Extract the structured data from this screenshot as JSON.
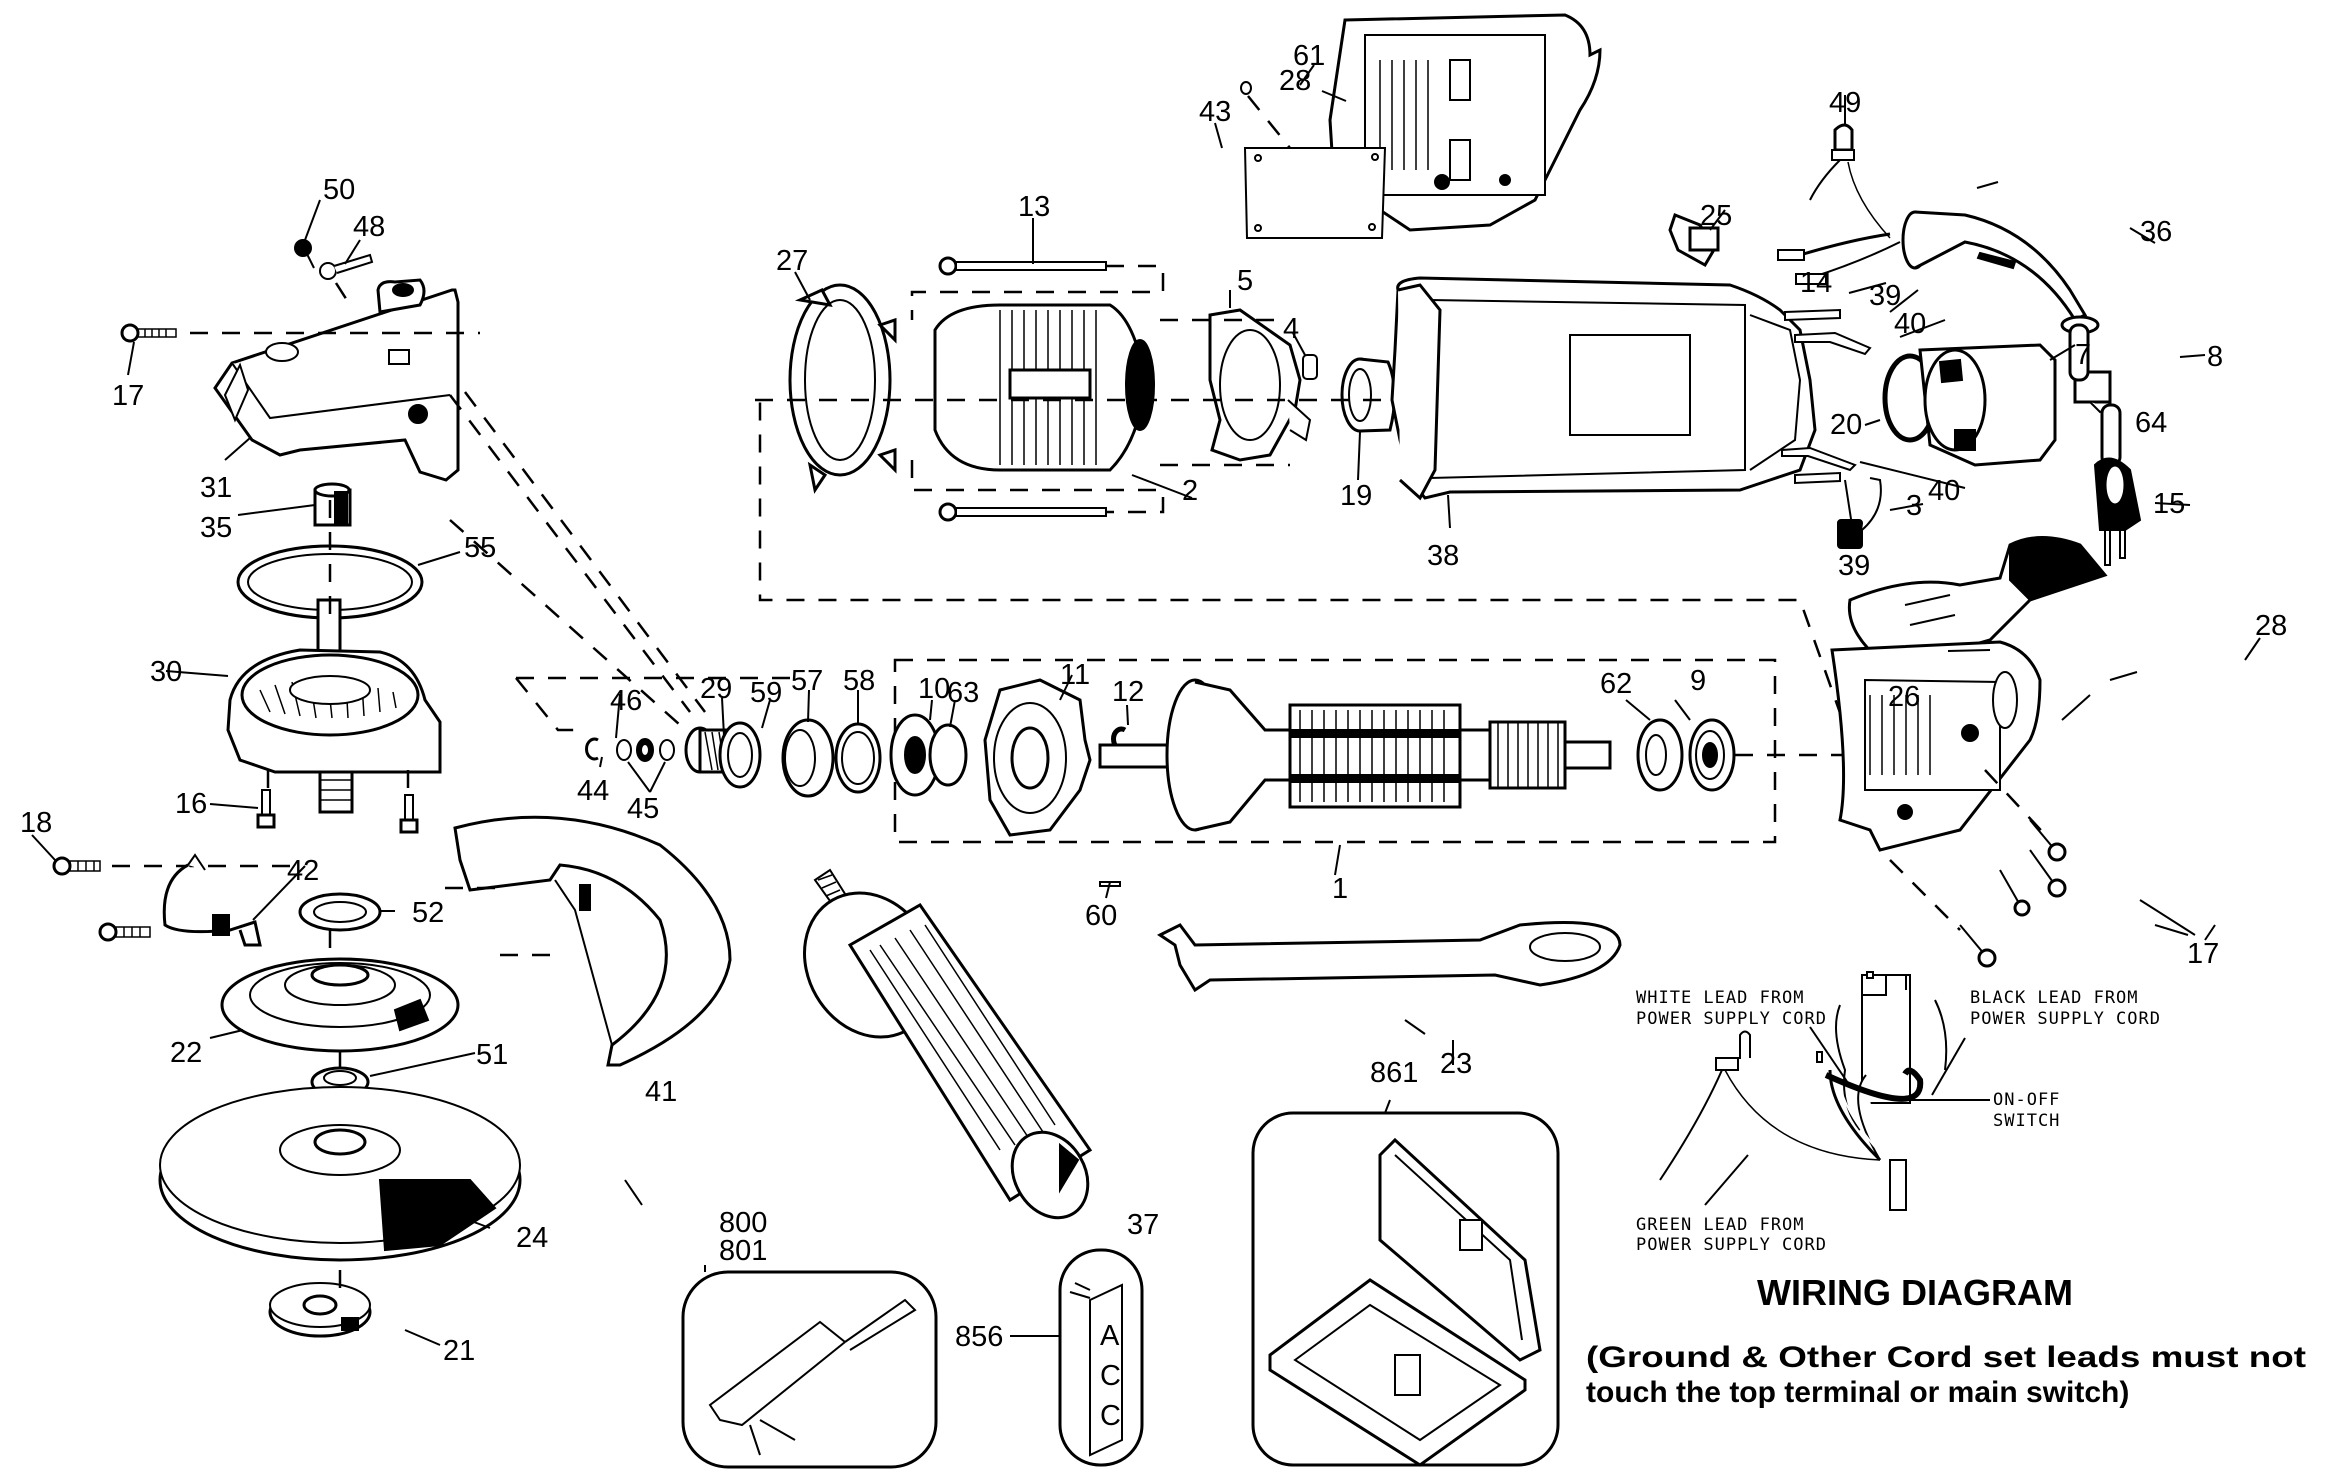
{
  "diagram": {
    "type": "exploded-parts-view",
    "subject": "angle grinder",
    "callouts": {
      "p1": "1",
      "p2": "2",
      "p3": "3",
      "p4": "4",
      "p5": "5",
      "p7": "7",
      "p8": "8",
      "p9": "9",
      "p10": "10",
      "p11": "11",
      "p12": "12",
      "p13": "13",
      "p14": "14",
      "p15": "15",
      "p16": "16",
      "p17a": "17",
      "p17b": "17",
      "p18": "18",
      "p19": "19",
      "p20": "20",
      "p21": "21",
      "p22": "22",
      "p23": "23",
      "p24": "24",
      "p25": "25",
      "p26": "26",
      "p27": "27",
      "p28a": "28",
      "p28b": "28",
      "p29": "29",
      "p30": "30",
      "p31": "31",
      "p35": "35",
      "p36": "36",
      "p37": "37",
      "p38": "38",
      "p39a": "39",
      "p39b": "39",
      "p40a": "40",
      "p40b": "40",
      "p41": "41",
      "p42": "42",
      "p43": "43",
      "p44": "44",
      "p45": "45",
      "p46": "46",
      "p48": "48",
      "p49": "49",
      "p50": "50",
      "p51": "51",
      "p52": "52",
      "p55": "55",
      "p57": "57",
      "p58": "58",
      "p59": "59",
      "p60": "60",
      "p61": "61",
      "p62": "62",
      "p63": "63",
      "p64": "64",
      "p800": "800",
      "p801": "801",
      "p856": "856",
      "p861": "861"
    },
    "accessory_tag_letters": [
      "A",
      "C",
      "C"
    ]
  },
  "wiring": {
    "white_lead_line1": "WHITE LEAD FROM",
    "white_lead_line2": "POWER SUPPLY CORD",
    "black_lead_line1": "BLACK LEAD FROM",
    "black_lead_line2": "POWER SUPPLY CORD",
    "switch_line1": "ON-OFF",
    "switch_line2": "SWITCH",
    "green_lead_line1": "GREEN LEAD FROM",
    "green_lead_line2": "POWER SUPPLY CORD",
    "title": "WIRING DIAGRAM",
    "note_line1": "(Ground & Other Cord set leads must not",
    "note_line2": "touch the top terminal or main switch)"
  }
}
